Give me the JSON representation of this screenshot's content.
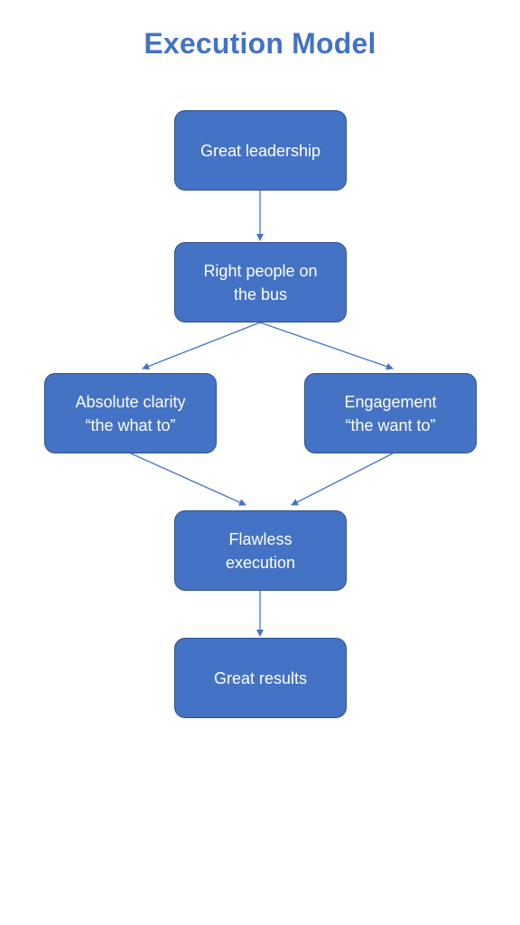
{
  "title": "Execution Model",
  "nodes": {
    "leadership": {
      "lines": [
        "Great leadership"
      ]
    },
    "people": {
      "lines": [
        "Right people on",
        "the bus"
      ]
    },
    "clarity": {
      "lines": [
        "Absolute clarity",
        "“the what to”"
      ]
    },
    "engagement": {
      "lines": [
        "Engagement",
        "“the want to”"
      ]
    },
    "execution": {
      "lines": [
        "Flawless",
        "execution"
      ]
    },
    "results": {
      "lines": [
        "Great results"
      ]
    }
  },
  "edges": [
    {
      "from": "leadership",
      "to": "people"
    },
    {
      "from": "people",
      "to": "clarity"
    },
    {
      "from": "people",
      "to": "engagement"
    },
    {
      "from": "clarity",
      "to": "execution"
    },
    {
      "from": "engagement",
      "to": "execution"
    },
    {
      "from": "execution",
      "to": "results"
    }
  ],
  "colors": {
    "title": "#4472c4",
    "node_fill": "#4472c4",
    "node_border": "#2f528f",
    "node_text": "#ffffff",
    "connector": "#4472c4"
  }
}
